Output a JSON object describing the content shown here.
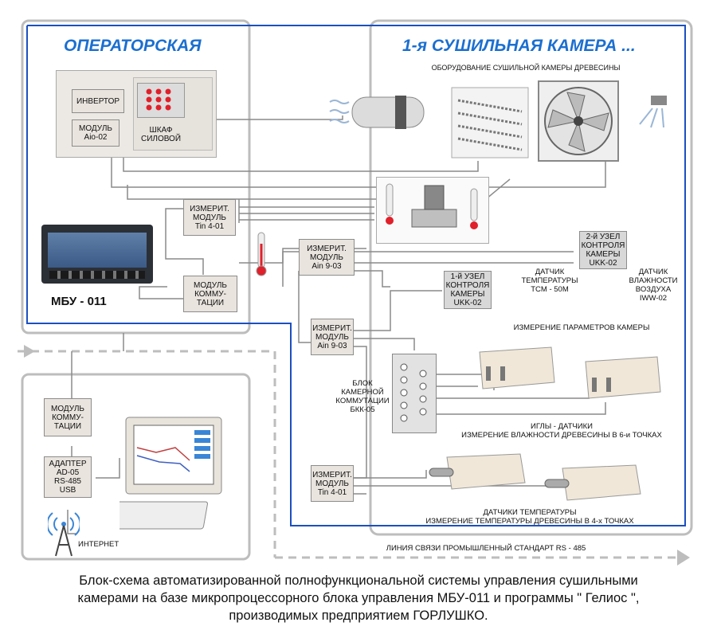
{
  "operator_room": {
    "title": "ОПЕРАТОРСКАЯ"
  },
  "chamber": {
    "title": "1-я  СУШИЛЬНАЯ КАМЕРА ...",
    "subtitle": "ОБОРУДОВАНИЕ СУШИЛЬНОЙ КАМЕРЫ ДРЕВЕСИНЫ"
  },
  "cabinet": {
    "inverter": "ИНВЕРТОР",
    "module_aio": "МОДУЛЬ\nAio-02",
    "power_cabinet": "ШКАФ\nСИЛОВОЙ"
  },
  "mbu": {
    "label": "МБУ - 011"
  },
  "modules": {
    "tin_top": "ИЗМЕРИТ.\nМОДУЛЬ\nTin 4-01",
    "comm_top": "МОДУЛЬ\nКОММУ-\nТАЦИИ",
    "ain_1": "ИЗМЕРИТ.\nМОДУЛЬ\nAin 9-03",
    "ain_2": "ИЗМЕРИТ.\nМОДУЛЬ\nAin 9-03",
    "tin_bottom": "ИЗМЕРИТ.\nМОДУЛЬ\nTin 4-01",
    "comm_pc": "МОДУЛЬ\nКОММУ-\nТАЦИИ",
    "adapter": "АДАПТЕР\nAD-05\nRS-485\nUSB"
  },
  "nodes": {
    "node1": "1-й УЗЕЛ\nКОНТРОЛЯ\nКАМЕРЫ\nUKK-02",
    "node2": "2-й УЗЕЛ\nКОНТРОЛЯ\nКАМЕРЫ\nUKK-02"
  },
  "labels": {
    "temp_sensor": "ДАТЧИК\nТЕМПЕРАТУРЫ\nTCM - 50M",
    "hum_sensor": "ДАТЧИК\nВЛАЖНОСТИ\nВОЗДУХА\nIWW-02",
    "measure_params": "ИЗМЕРЕНИЕ ПАРАМЕТРОВ КАМЕРЫ",
    "switch_block": "БЛОК\nКАМЕРНОЙ\nКОММУТАЦИИ\nБКК-05",
    "needles": "ИГЛЫ - ДАТЧИКИ\nИЗМЕРЕНИЕ ВЛАЖНОСТИ ДРЕВЕСИНЫ В 6-и ТОЧКАХ",
    "temp_sensors": "ДАТЧИКИ ТЕМПЕРАТУРЫ\nИЗМЕРЕНИЕ ТЕМПЕРАТУРЫ ДРЕВЕСИНЫ  В 4-х ТОЧКАХ",
    "internet": "ИНТЕРНЕТ",
    "rs485_line": "ЛИНИЯ СВЯЗИ ПРОМЫШЛЕННЫЙ СТАНДАРТ RS - 485"
  },
  "caption": "Блок-схема автоматизированной полнофункциональной системы управления сушильными камерами на базе микропроцессорного блока управления МБУ-011 и программы \" Гелиос \", производимых предприятием ГОРЛУШКО.",
  "colors": {
    "accent_blue": "#1b6fd0",
    "frame_gray": "#bdbdbd",
    "box_fill": "#e9e4de",
    "red_led": "#e0202a"
  }
}
